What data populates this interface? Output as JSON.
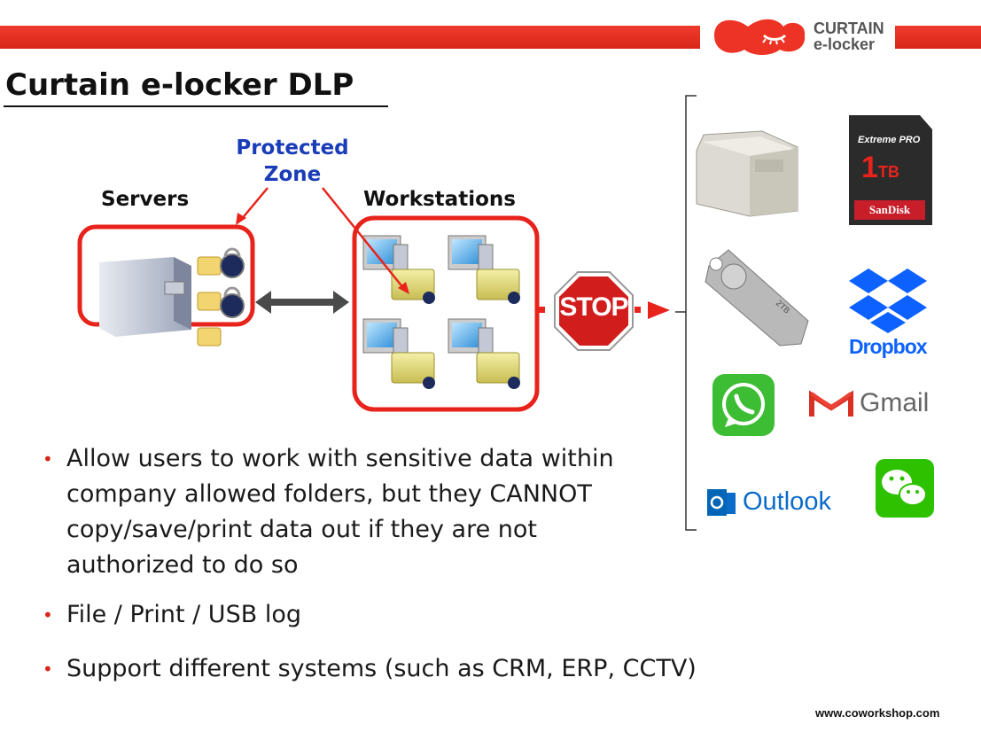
{
  "header": {
    "brand_line1": "CURTAIN",
    "brand_line2": "e-locker"
  },
  "title": "Curtain e-locker DLP",
  "diagram": {
    "protected_zone_label_line1": "Protected",
    "protected_zone_label_line2": "Zone",
    "servers_label": "Servers",
    "workstations_label": "Workstations",
    "stop_sign_text": "STOP",
    "devices": {
      "sd_card_brand": "SanDisk",
      "sd_card_product": "Extreme PRO",
      "sd_card_capacity": "1",
      "sd_card_unit": "TB",
      "usb_capacity": "2TB",
      "dropbox_label": "Dropbox",
      "gmail_label": "Gmail",
      "outlook_label": "Outlook"
    }
  },
  "bullets": [
    {
      "line1": "Allow users to work with sensitive data within",
      "line2": "company allowed folders, but they CANNOT",
      "line3": "copy/save/print data out if they are not",
      "line4": "authorized to do so"
    },
    {
      "line1": "File / Print / USB log"
    },
    {
      "line1": "Support different systems (such as CRM, ERP, CCTV)"
    }
  ],
  "footer_url": "www.coworkshop.com",
  "colors": {
    "accent_red": "#e8231b",
    "protected_zone_blue": "#1a3cb8",
    "arrow_gray": "#4a4a4a"
  }
}
